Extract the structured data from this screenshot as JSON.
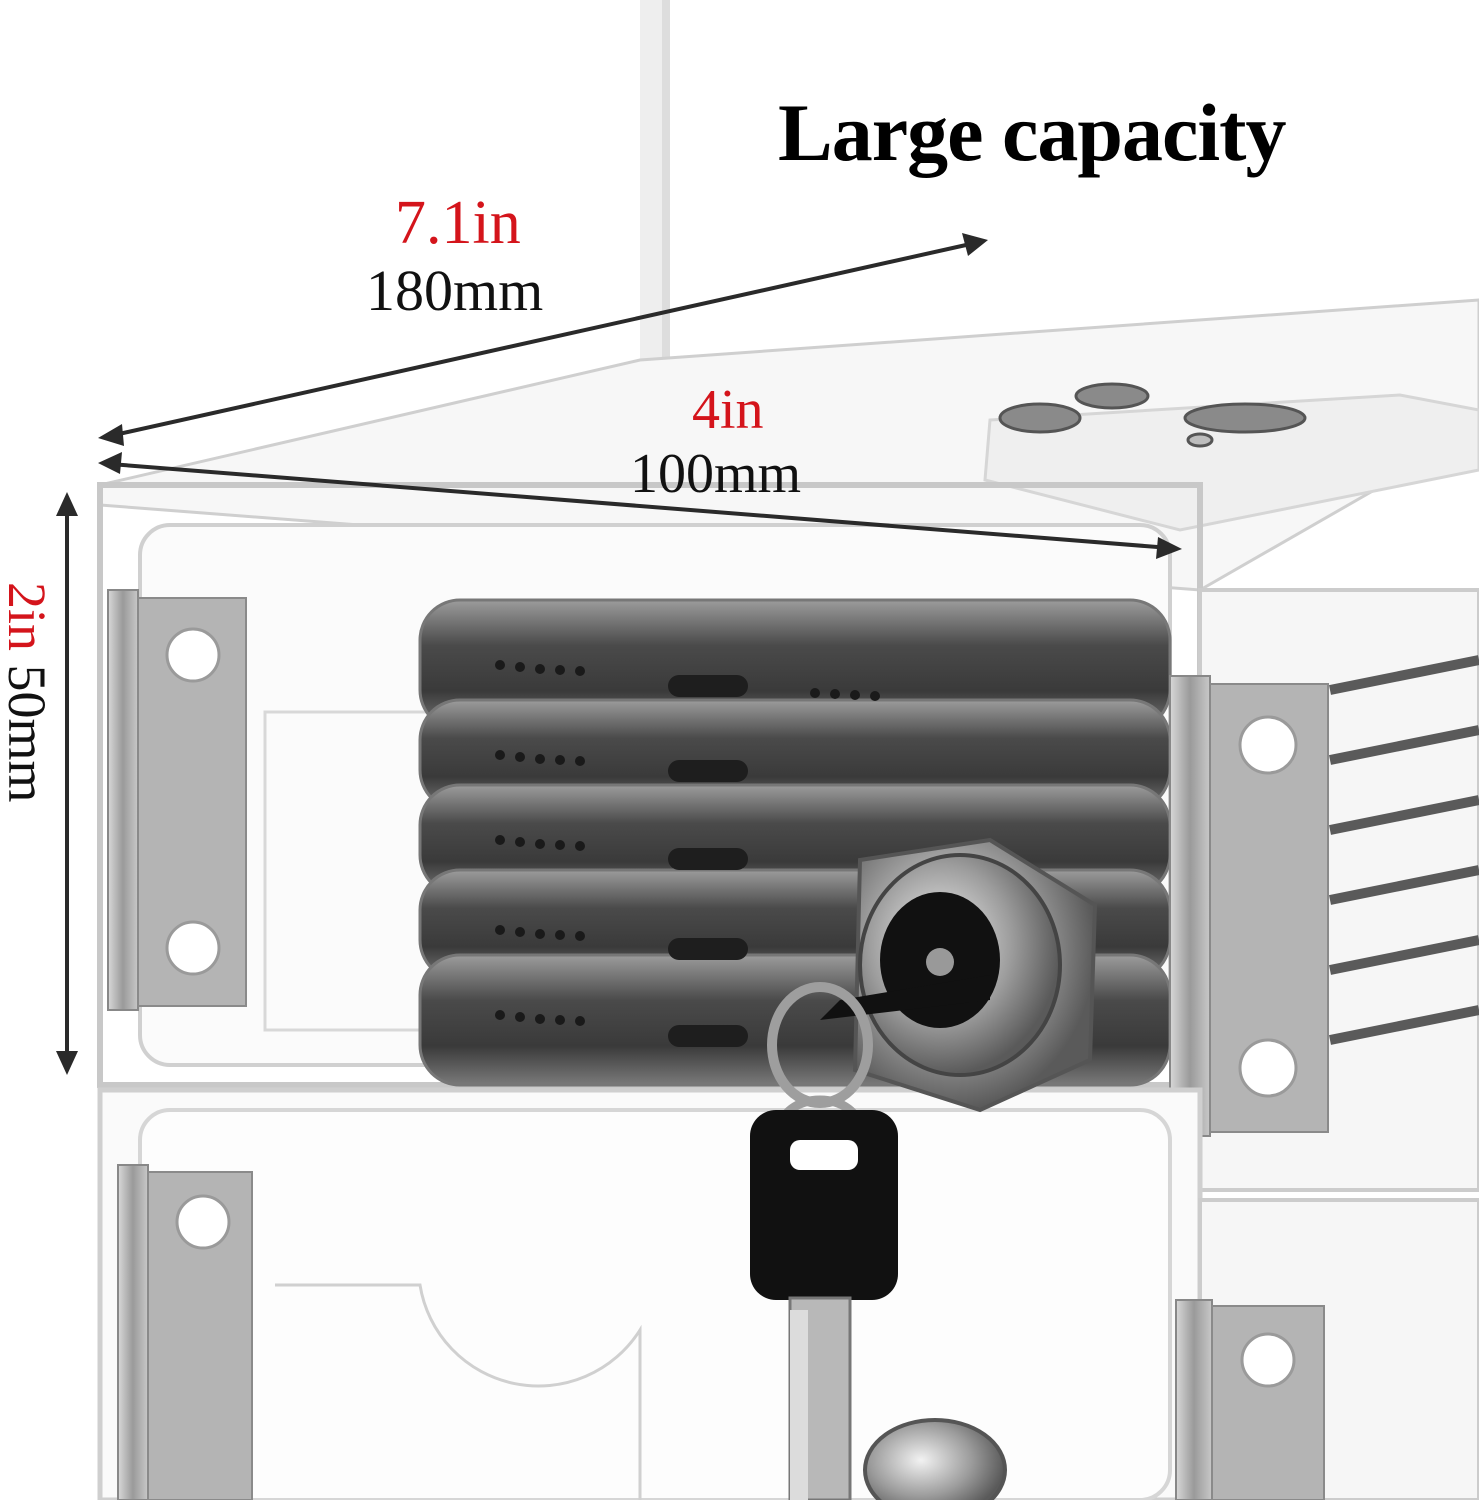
{
  "headline": "Large capacity",
  "dimensions": {
    "length": {
      "inches": "7.1in",
      "millimeters": "180mm"
    },
    "width": {
      "inches": "4in",
      "millimeters": "100mm"
    },
    "height": {
      "inches": "2in",
      "millimeters": "50mm"
    }
  },
  "colors": {
    "inch_text": "#d4141b",
    "mm_text": "#111111",
    "headline_text": "#000000"
  }
}
